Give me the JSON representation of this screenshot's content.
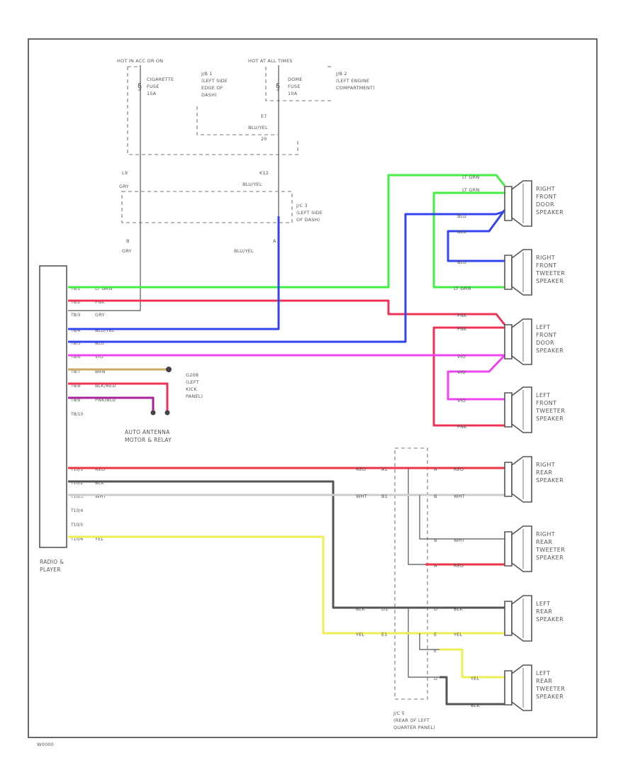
{
  "diagram_code": "W0000",
  "hot_labels": {
    "left": "HOT IN ACC OR ON",
    "right": "HOT AT ALL TIMES"
  },
  "fuses": {
    "left": [
      "CIGARETTE",
      "FUSE",
      "15A"
    ],
    "right": [
      "DOME",
      "FUSE",
      "10A"
    ]
  },
  "junction_blocks": {
    "jb1": [
      "J/B 1",
      "(LEFT SIDE",
      "EDGE OF",
      "DASH)"
    ],
    "jb2": [
      "J/B 2",
      "(LEFT ENGINE",
      "COMPARTMENT)"
    ],
    "jc3": [
      "J/C 3",
      "(LEFT SIDE",
      "OF DASH)"
    ],
    "jc5": [
      "J/C 5",
      "(REAR OF LEFT",
      "QUARTER PANEL)"
    ]
  },
  "connector_labels": {
    "e7": "E7",
    "e7_wire": "BLU/YEL",
    "e7_pin": "20",
    "l9": "L9",
    "k12": "K12",
    "k12_wire": "BLU/YEL",
    "grn_top": "GRY",
    "pin_a": "A",
    "pin_b": "B",
    "grn_bottom": "GRY",
    "blu_yel_bottom": "BLU/YEL"
  },
  "radio": {
    "name": [
      "RADIO &",
      "PLAYER"
    ],
    "pins": [
      {
        "pin": "T8/1",
        "wire": "LT GRN"
      },
      {
        "pin": "T8/2",
        "wire": "PNK"
      },
      {
        "pin": "T8/3",
        "wire": "GRY"
      },
      {
        "pin": "T8/4",
        "wire": "BLU/YEL"
      },
      {
        "pin": "T8/5",
        "wire": "BLU"
      },
      {
        "pin": "T8/6",
        "wire": "VIO"
      },
      {
        "pin": "T8/7",
        "wire": "BRN"
      },
      {
        "pin": "T8/8",
        "wire": "BLK/RED"
      },
      {
        "pin": "T8/9",
        "wire": "PNK/BLU"
      },
      {
        "pin": "T8/10",
        "wire": ""
      },
      {
        "pin": "T10/1",
        "wire": "RED"
      },
      {
        "pin": "T10/2",
        "wire": "BLK"
      },
      {
        "pin": "T10/3",
        "wire": "WHT"
      },
      {
        "pin": "T10/4",
        "wire": ""
      },
      {
        "pin": "T10/5",
        "wire": ""
      },
      {
        "pin": "T10/6",
        "wire": "YEL"
      }
    ]
  },
  "ground": [
    "G208",
    "(LEFT",
    "KICK",
    "PANEL)"
  ],
  "antenna": [
    "AUTO ANTENNA",
    "MOTOR & RELAY"
  ],
  "speakers": [
    {
      "name": [
        "RIGHT",
        "FRONT",
        "DOOR",
        "SPEAKER"
      ],
      "wire_a": "LT GRN",
      "wire_b": "BLU"
    },
    {
      "name": [
        "RIGHT",
        "FRONT",
        "TWEETER",
        "SPEAKER"
      ],
      "wire_a": "BLU",
      "wire_b": "LT GRN"
    },
    {
      "name": [
        "LEFT",
        "FRONT",
        "DOOR",
        "SPEAKER"
      ],
      "wire_a": "PNK",
      "wire_b": "VIO"
    },
    {
      "name": [
        "LEFT",
        "FRONT",
        "TWEETER",
        "SPEAKER"
      ],
      "wire_a": "VIO",
      "wire_b": "PNK"
    },
    {
      "name": [
        "RIGHT",
        "REAR",
        "SPEAKER"
      ],
      "wire_a": "RED",
      "wire_b": "WHT"
    },
    {
      "name": [
        "RIGHT",
        "REAR",
        "TWEETER",
        "SPEAKER"
      ],
      "wire_a": "WHT",
      "wire_b": "RED"
    },
    {
      "name": [
        "LEFT",
        "REAR",
        "SPEAKER"
      ],
      "wire_a": "BLK",
      "wire_b": "YEL"
    },
    {
      "name": [
        "LEFT",
        "REAR",
        "TWEETER",
        "SPEAKER"
      ],
      "wire_a": "YEL",
      "wire_b": "BLK"
    }
  ],
  "front_speaker_wires": {
    "rf_door_a": "LT GRN",
    "rf_door_b": "LT GRN",
    "rf_door_c": "BLU",
    "rf_door_d": "BLU",
    "rf_tw_a": "BLU",
    "rf_tw_b": "LT GRN",
    "lf_door_a": "PNK",
    "lf_door_b": "PNK",
    "lf_door_c": "VIO",
    "lf_door_d": "VIO",
    "lf_tw_a": "VIO",
    "lf_tw_b": "PNK"
  },
  "rear_wires": {
    "red_in": "RED",
    "red_pin": "A1",
    "wht_in": "WHT",
    "wht_pin": "B1",
    "blk_in": "BLK",
    "blk_pin": "D1",
    "yel_in": "YEL",
    "yel_pin": "E1",
    "rr_a": "RED",
    "rr_b": "WHT",
    "rrt_a": "WHT",
    "rrt_b": "RED",
    "lr_a": "BLK",
    "lr_b": "YEL",
    "lrt_a": "YEL",
    "lrt_b": "BLK",
    "pin_a": "A",
    "pin_b": "B",
    "pin_d": "D",
    "pin_e": "E"
  },
  "colors": {
    "lt_grn": "#44ee44",
    "pnk": "#ee3355",
    "blu": "#3344ee",
    "vio": "#ee44ee",
    "brn": "#ccaa66",
    "red": "#ee3344",
    "blk": "#555555",
    "wht": "#cccccc",
    "yel": "#eeee55",
    "purple": "#aa2299"
  }
}
